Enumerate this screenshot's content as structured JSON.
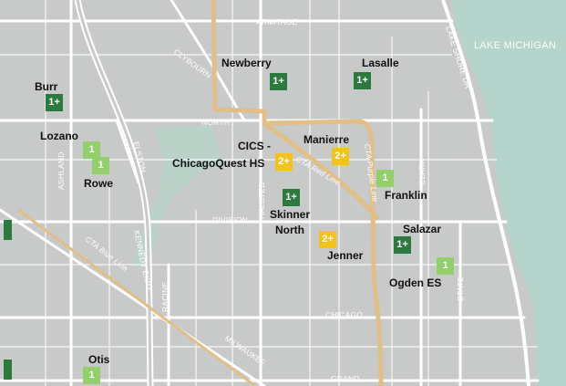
{
  "colors": {
    "land": "#c8c9c9",
    "water": "#b4d4cc",
    "street": "#ffffff",
    "transit": "#e2bf86",
    "rating_1": "#93cf6b",
    "rating_1plus": "#2d7a3f",
    "rating_2plus": "#f3c31c"
  },
  "water_label": "LAKE MICHIGAN",
  "streets": {
    "armitage": "ARMITAGE",
    "clybourn": "CLYBOURN",
    "north": "NORTH",
    "division": "DIVISION",
    "chicago": "CHICAGO",
    "grand": "GRAND",
    "milwaukee": "MILWAUKEE",
    "ashland": "ASHLAND",
    "elston": "ELSTON",
    "kennedy": "KENNEDY EXPY",
    "racine": "RACINE",
    "halsted": "HALSTED",
    "clark": "CLARK",
    "state": "STATE",
    "lake_shore": "LAKE SHORE DR"
  },
  "transit_lines": {
    "red": "CTA Red Line",
    "purple": "CTA Purple Line",
    "blue": "CTA Blue Line"
  },
  "schools": [
    {
      "id": "burr",
      "name": "Burr",
      "rating": "1+"
    },
    {
      "id": "newberry",
      "name": "Newberry",
      "rating": "1+"
    },
    {
      "id": "lasalle",
      "name": "Lasalle",
      "rating": "1+"
    },
    {
      "id": "lozano",
      "name": "Lozano",
      "rating": "1"
    },
    {
      "id": "rowe",
      "name": "Rowe",
      "rating": "1"
    },
    {
      "id": "cics",
      "name_line1": "CICS -",
      "name_line2": "ChicagoQuest HS",
      "rating": "2+"
    },
    {
      "id": "manierre",
      "name": "Manierre",
      "rating": "2+"
    },
    {
      "id": "franklin",
      "name": "Franklin",
      "rating": "1"
    },
    {
      "id": "skinner",
      "name_line1": "Skinner",
      "name_line2": "North",
      "rating": "1+"
    },
    {
      "id": "jenner",
      "name": "Jenner",
      "rating": "2+"
    },
    {
      "id": "salazar",
      "name": "Salazar",
      "rating": "1+"
    },
    {
      "id": "ogden",
      "name": "Ogden ES",
      "rating": "1"
    },
    {
      "id": "otis",
      "name": "Otis",
      "rating": "1"
    }
  ]
}
